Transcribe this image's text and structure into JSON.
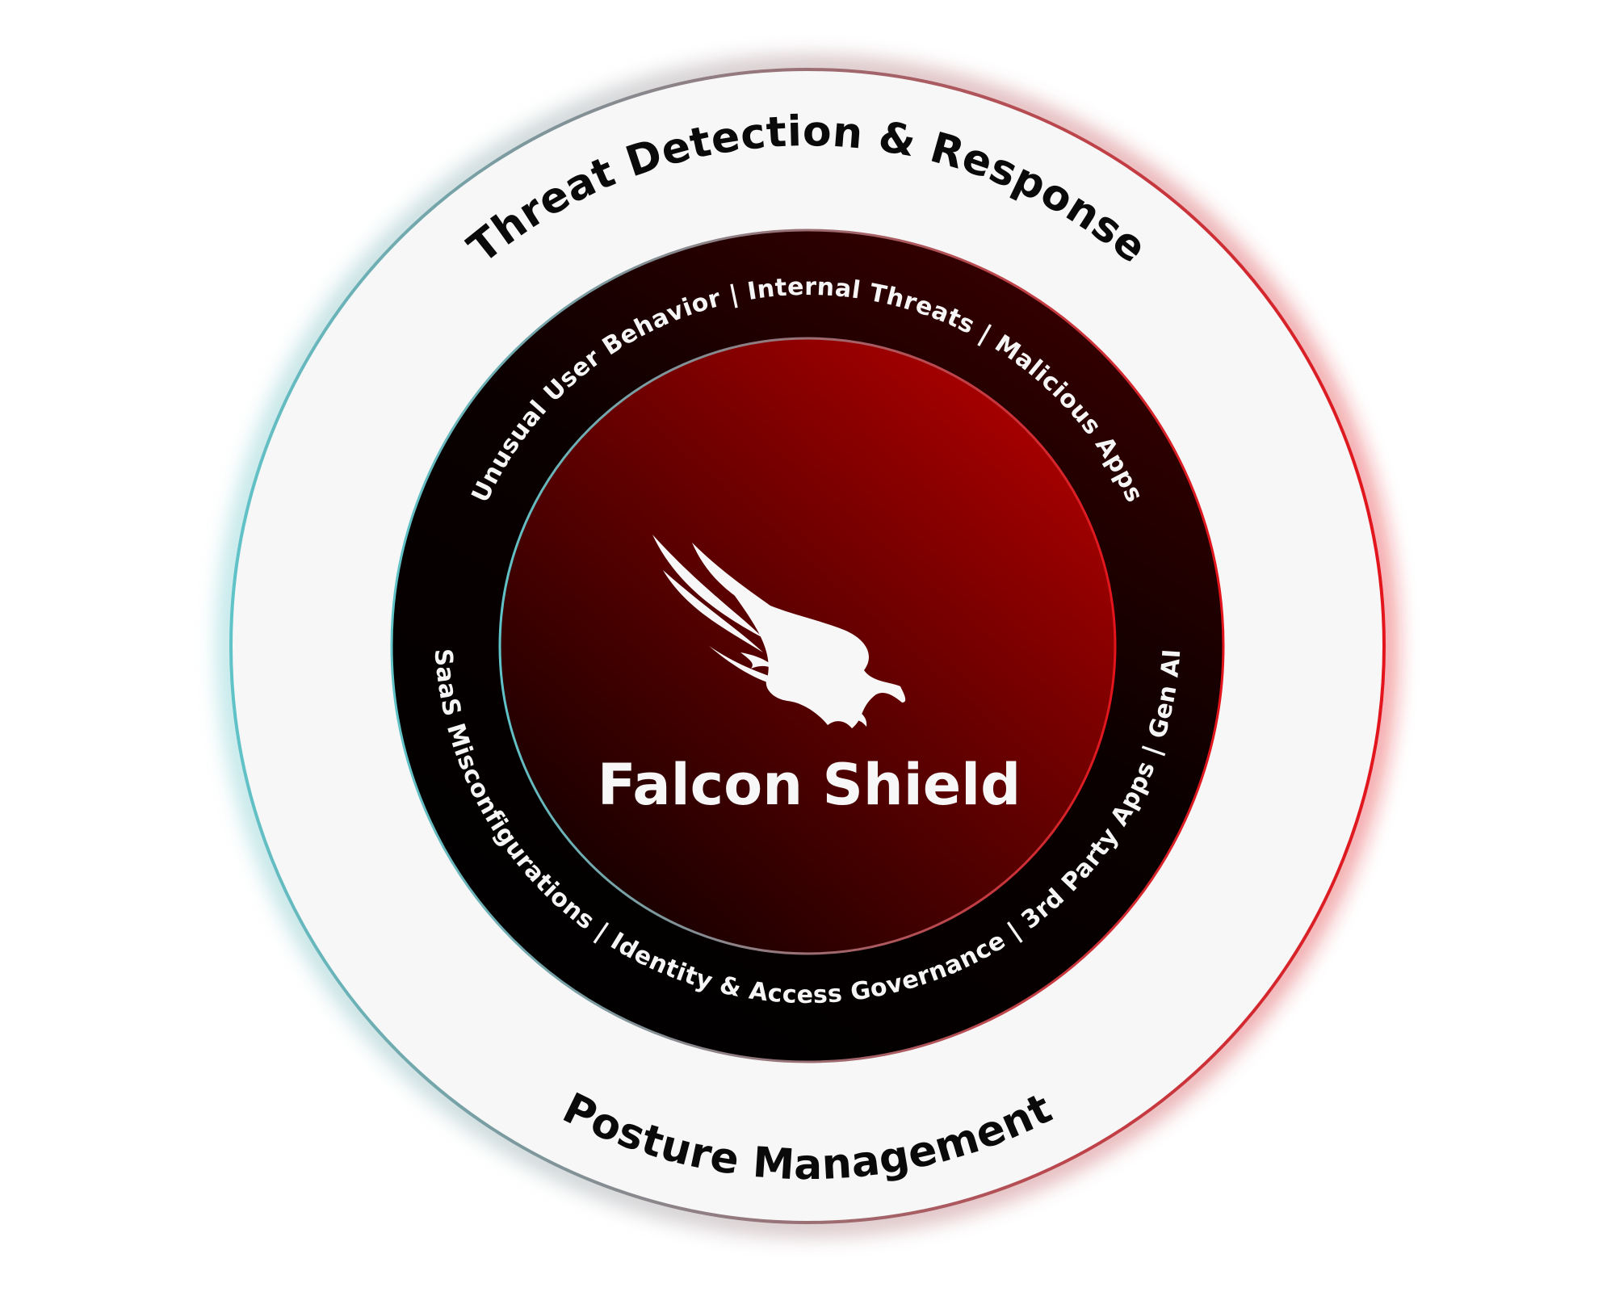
{
  "diagram": {
    "title": "Falcon Shield",
    "outer_ring": {
      "top_label": "Threat Detection & Response",
      "bottom_label": "Posture Management"
    },
    "inner_ring": {
      "top_items": [
        "Unusual User Behavior",
        "Internal Threats",
        "Malicious Apps"
      ],
      "top_text": "Unusual User Behavior  |  Internal Threats  |  Malicious Apps",
      "bottom_items": [
        "SaaS Misconfigurations",
        "Identity & Access Governance",
        "3rd Party Apps",
        "Gen AI"
      ],
      "bottom_text": "SaaS Misconfigurations  |  Identity & Access Governance  |  3rd Party Apps  |  Gen AI"
    },
    "logo": "falcon-bird-icon",
    "colors": {
      "teal": "#5fc3c8",
      "red": "#e3141b",
      "outer_fill": "#f7f7f7",
      "ring_fill": "#050000",
      "core_light": "#a80000",
      "core_dark": "#170000",
      "text_dark": "#0a0a0a",
      "text_light": "#f7f7f7"
    }
  }
}
